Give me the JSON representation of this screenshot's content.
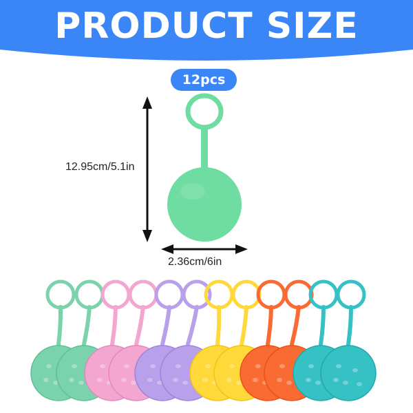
{
  "banner": {
    "title": "PRODUCT SIZE",
    "color": "#3b86f7"
  },
  "quantity_badge": "12pcs",
  "dimensions": {
    "height": "12.95cm/5.1in",
    "width": "2.36cm/6in"
  },
  "balls": [
    {
      "color": "#7bd3ad",
      "shade": "#5fbf95"
    },
    {
      "color": "#7bd3ad",
      "shade": "#5fbf95"
    },
    {
      "color": "#f3a6cf",
      "shade": "#e488bb"
    },
    {
      "color": "#f3a6cf",
      "shade": "#e488bb"
    },
    {
      "color": "#b8a0ea",
      "shade": "#9d83dd"
    },
    {
      "color": "#b8a0ea",
      "shade": "#9d83dd"
    },
    {
      "color": "#ffd93a",
      "shade": "#f2c313"
    },
    {
      "color": "#ffd93a",
      "shade": "#f2c313"
    },
    {
      "color": "#fa6a33",
      "shade": "#ea5119"
    },
    {
      "color": "#fa6a33",
      "shade": "#ea5119"
    },
    {
      "color": "#36c1c4",
      "shade": "#22a8ab"
    },
    {
      "color": "#36c1c4",
      "shade": "#22a8ab"
    }
  ],
  "main_ball_color": "#6fdca2"
}
